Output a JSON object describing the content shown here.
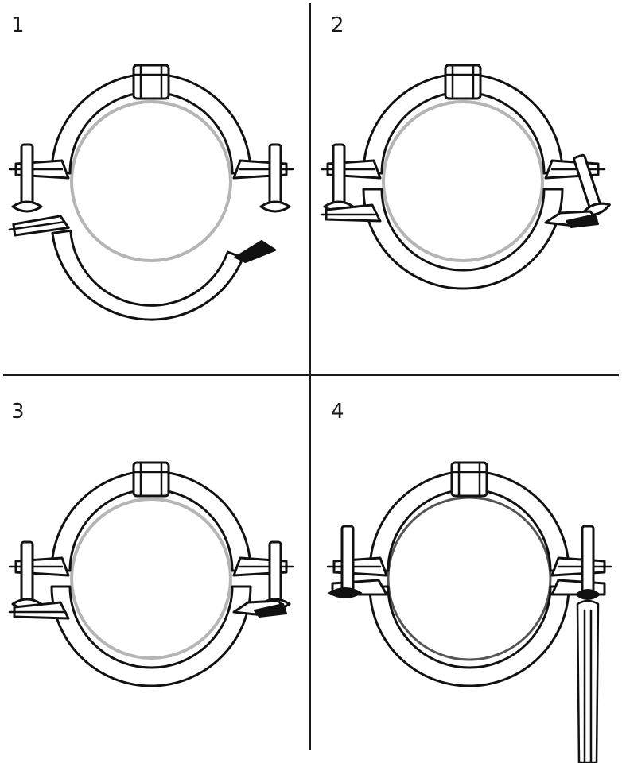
{
  "panels": [
    {
      "step": "1"
    },
    {
      "step": "2"
    },
    {
      "step": "3"
    },
    {
      "step": "4"
    }
  ],
  "colors": {
    "ink": "#111111",
    "pipe": "#b5b5b5",
    "divider": "#1a1a1a",
    "background": "#ffffff"
  }
}
